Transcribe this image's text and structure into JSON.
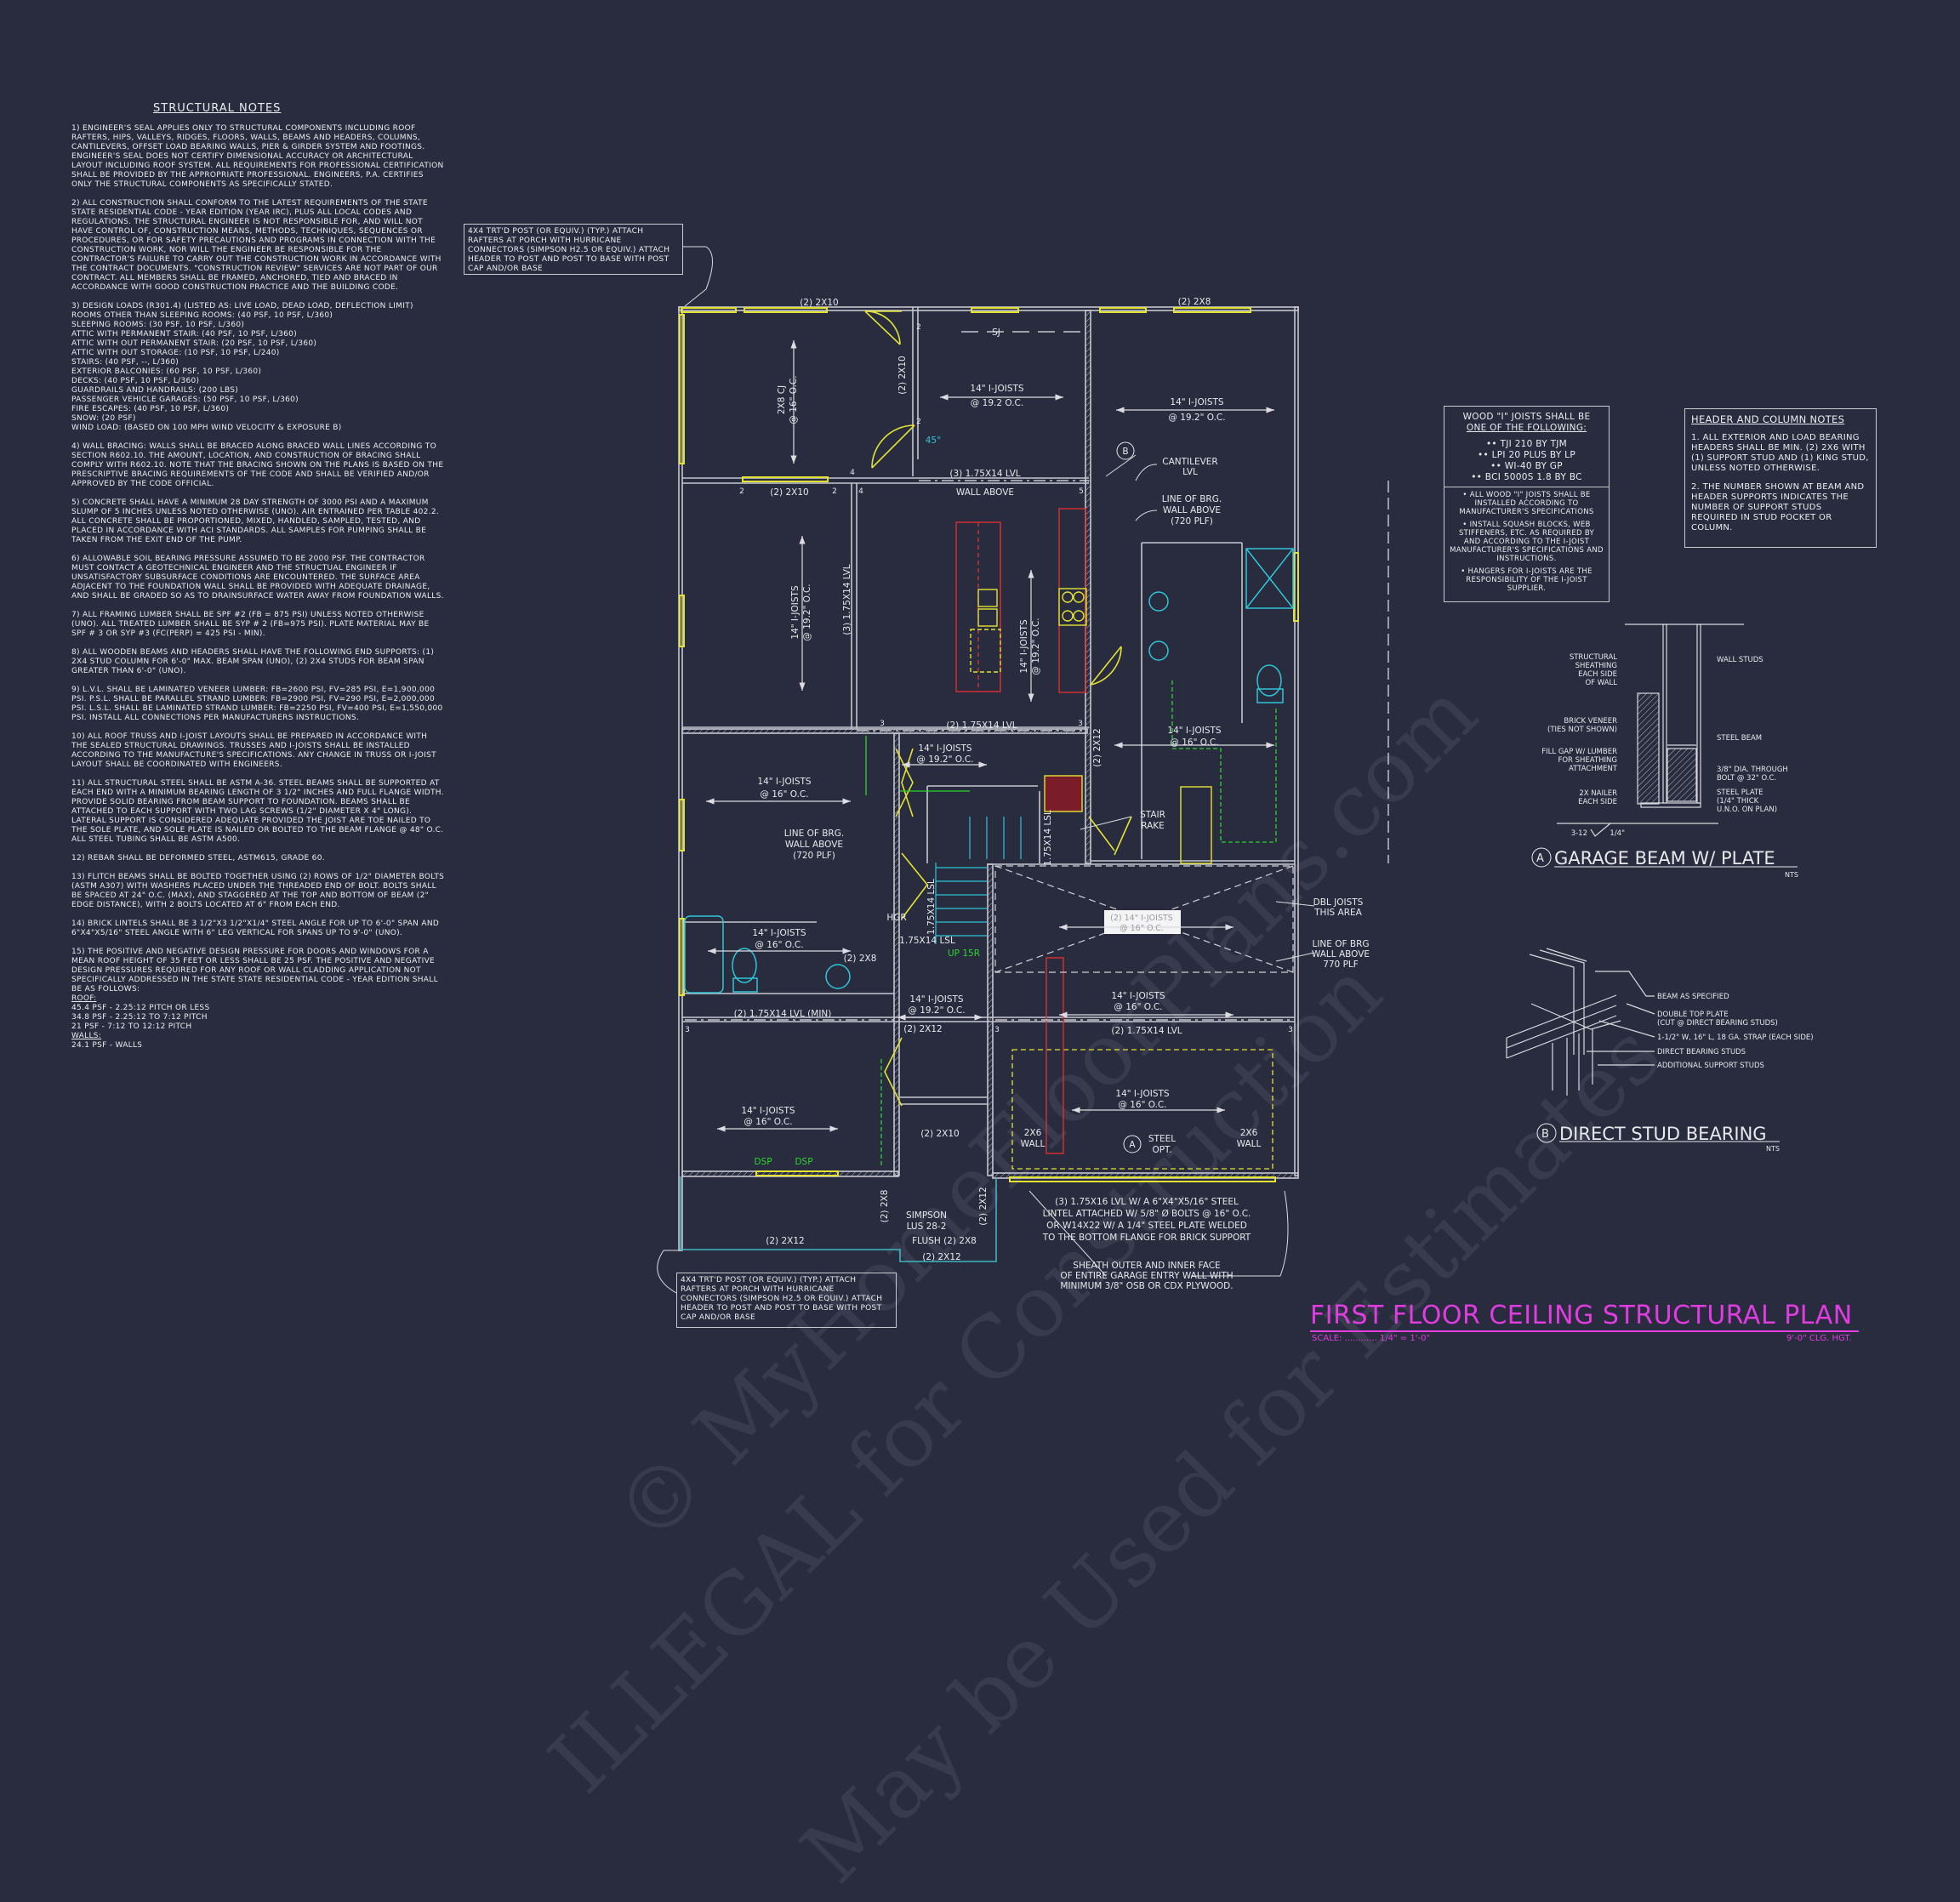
{
  "drawing": {
    "title": "FIRST FLOOR CEILING STRUCTURAL PLAN",
    "scale": "SCALE: ............ 1/4\" = 1'-0\"",
    "ceiling_height": "9'-0\" CLG. HGT.",
    "background_color": "#282c3e",
    "title_color": "#e03ce0"
  },
  "watermark": {
    "line1": "© MyHomeFloorPlans.com",
    "line2": "ILLEGAL for Construction",
    "line3": "May be Used for Estimates"
  },
  "structural_notes": {
    "title": "STRUCTURAL NOTES",
    "notes": [
      "1) ENGINEER'S SEAL APPLIES ONLY TO STRUCTURAL COMPONENTS INCLUDING ROOF RAFTERS, HIPS, VALLEYS, RIDGES, FLOORS, WALLS, BEAMS AND HEADERS, COLUMNS, CANTILEVERS, OFFSET LOAD BEARING WALLS, PIER & GIRDER SYSTEM AND FOOTINGS. ENGINEER'S SEAL DOES NOT CERTIFY DIMENSIONAL ACCURACY OR ARCHITECTURAL LAYOUT INCLUDING ROOF SYSTEM. ALL REQUIREMENTS FOR PROFESSIONAL CERTIFICATION SHALL BE PROVIDED BY THE APPROPRIATE PROFESSIONAL. ENGINEERS, P.A. CERTIFIES ONLY THE STRUCTURAL COMPONENTS AS SPECIFICALLY STATED.",
      "2) ALL CONSTRUCTION SHALL CONFORM TO THE LATEST REQUIREMENTS OF THE STATE STATE RESIDENTIAL CODE - YEAR EDITION (YEAR IRC), PLUS ALL LOCAL CODES AND REGULATIONS. THE STRUCTURAL ENGINEER IS NOT RESPONSIBLE FOR, AND WILL NOT HAVE CONTROL OF, CONSTRUCTION MEANS, METHODS, TECHNIQUES, SEQUENCES OR PROCEDURES, OR FOR SAFETY PRECAUTIONS AND PROGRAMS IN CONNECTION WITH THE CONSTRUCTION WORK, NOR WILL THE ENGINEER BE RESPONSIBLE FOR THE CONTRACTOR'S FAILURE TO CARRY OUT THE CONSTRUCTION WORK IN ACCORDANCE WITH THE CONTRACT DOCUMENTS. \"CONSTRUCTION REVIEW\" SERVICES ARE NOT PART OF OUR CONTRACT. ALL MEMBERS SHALL BE FRAMED, ANCHORED, TIED AND BRACED IN ACCORDANCE WITH GOOD CONSTRUCTION PRACTICE AND THE BUILDING CODE.",
      "4) WALL BRACING: WALLS SHALL BE BRACED ALONG BRACED WALL LINES ACCORDING TO SECTION R602.10. THE AMOUNT, LOCATION, AND CONSTRUCTION OF BRACING SHALL COMPLY WITH R602.10. NOTE THAT THE BRACING SHOWN ON THE PLANS IS BASED ON THE PRESCRIPTIVE BRACING REQUIREMENTS OF THE CODE AND SHALL BE VERIFIED AND/OR APPROVED BY THE CODE OFFICIAL.",
      "5) CONCRETE SHALL HAVE A MINIMUM 28 DAY STRENGTH OF 3000 PSI AND A MAXIMUM SLUMP OF 5 INCHES UNLESS NOTED OTHERWISE (UNO). AIR ENTRAINED PER TABLE 402.2. ALL CONCRETE SHALL BE PROPORTIONED, MIXED, HANDLED, SAMPLED, TESTED, AND PLACED IN ACCORDANCE WITH ACI STANDARDS. ALL SAMPLES FOR PUMPING SHALL BE TAKEN FROM THE EXIT END OF THE PUMP.",
      "6) ALLOWABLE SOIL BEARING PRESSURE ASSUMED TO BE 2000 PSF. THE CONTRACTOR MUST CONTACT A GEOTECHNICAL ENGINEER AND THE STRUCTUAL ENGINEER IF UNSATISFACTORY SUBSURFACE CONDITIONS ARE ENCOUNTERED. THE SURFACE AREA ADJACENT TO THE FOUNDATION WALL SHALL BE PROVIDED WITH ADEQUATE DRAINAGE, AND SHALL BE GRADED SO AS TO DRAINSURFACE WATER AWAY FROM FOUNDATION WALLS.",
      "7) ALL FRAMING LUMBER SHALL BE SPF #2 (Fb = 875 PSI) UNLESS NOTED OTHERWISE (UNO). ALL TREATED LUMBER SHALL BE SYP # 2 (Fb=975 PSI). PLATE MATERIAL MAY BE SPF # 3 OR SYP #3 (Fc(perp) = 425 PSI - MIN).",
      "8) ALL WOODEN BEAMS AND HEADERS SHALL HAVE THE FOLLOWING END SUPPORTS: (1) 2x4 STUD COLUMN FOR 6'-0\" MAX. BEAM SPAN (UNO), (2) 2X4 STUDS FOR BEAM SPAN GREATER THAN 6'-0\" (UNO).",
      "9) L.V.L. SHALL BE LAMINATED VENEER LUMBER: Fb=2600 PSI, Fv=285 PSI, E=1,900,000 PSI. P.S.L. SHALL BE PARALLEL STRAND LUMBER: Fb=2900 PSI, Fv=290 PSI, E=2,000,000 PSI. L.S.L. SHALL BE LAMINATED STRAND LUMBER: Fb=2250 PSI, Fv=400 PSI, E=1,550,000 PSI. INSTALL ALL CONNECTIONS PER MANUFACTURERS INSTRUCTIONS.",
      "10) ALL ROOF TRUSS AND I-JOIST LAYOUTS SHALL BE PREPARED IN ACCORDANCE WITH THE SEALED STRUCTURAL DRAWINGS. TRUSSES AND I-JOISTS SHALL BE INSTALLED ACCORDING TO THE MANUFACTURE'S SPECIFICATIONS. ANY CHANGE IN TRUSS OR I-JOIST LAYOUT SHALL BE COORDINATED WITH ENGINEERS.",
      "11) ALL STRUCTURAL STEEL SHALL BE ASTM A-36. STEEL BEAMS SHALL BE SUPPORTED AT EACH END WITH A MINIMUM BEARING LENGTH OF 3 1/2\" INCHES AND FULL FLANGE WIDTH. PROVIDE SOLID BEARING FROM BEAM SUPPORT TO FOUNDATION. BEAMS SHALL BE ATTACHED TO EACH SUPPORT WITH TWO LAG SCREWS (1/2\" DIAMETER x 4\" LONG). LATERAL SUPPORT IS CONSIDERED ADEQUATE PROVIDED THE JOIST ARE TOE NAILED TO THE SOLE PLATE, AND SOLE PLATE IS NAILED OR BOLTED TO THE BEAM FLANGE @ 48\" O.C. ALL STEEL TUBING SHALL BE ASTM A500.",
      "12) REBAR SHALL BE DEFORMED STEEL, ASTM615, GRADE 60.",
      "13) FLITCH BEAMS SHALL BE BOLTED TOGETHER USING (2) ROWS OF 1/2\" DIAMETER BOLTS (ASTM A307) WITH WASHERS PLACED UNDER THE THREADED END OF BOLT. BOLTS SHALL BE SPACED AT 24\" O.C. (MAX), AND STAGGERED AT THE TOP AND BOTTOM OF BEAM (2\" EDGE DISTANCE), WITH 2 BOLTS LOCATED AT 6\" FROM EACH END.",
      "14) BRICK LINTELS SHALL BE 3 1/2\"x3 1/2\"x1/4\" STEEL ANGLE FOR UP TO 6'-0\" SPAN AND 6\"x4\"x5/16\" STEEL ANGLE WITH 6\" LEG VERTICAL FOR SPANS UP TO 9'-0\" (UNO)."
    ],
    "design_loads": {
      "heading": "3) DESIGN LOADS (R301.4) (LISTED AS: LIVE LOAD, DEAD LOAD, DEFLECTION LIMIT)",
      "lines": [
        "ROOMS OTHER THAN SLEEPING ROOMS: (40 PSF, 10 PSF, L/360)",
        "SLEEPING ROOMS: (30 PSF, 10 PSF, L/360)",
        "ATTIC WITH PERMANENT STAIR: (40 PSF, 10 PSF, L/360)",
        "ATTIC WITH OUT PERMANENT STAIR: (20 PSF, 10 PSF, L/360)",
        "ATTIC WITH OUT STORAGE: (10 PSF, 10 PSF, L/240)",
        "STAIRS: (40 PSF, --, L/360)",
        "EXTERIOR BALCONIES: (60 PSF, 10 PSF, L/360)",
        "DECKS: (40 PSF, 10 PSF, L/360)",
        "GUARDRAILS AND HANDRAILS: (200 LBS)",
        "PASSENGER VEHICLE GARAGES: (50 PSF, 10 PSF, L/360)",
        "FIRE ESCAPES: (40 PSF, 10 PSF, L/360)",
        "SNOW: (20      PSF)",
        "WIND LOAD: (BASED ON 100 MPH WIND VELOCITY & EXPOSURE B)"
      ]
    },
    "pressure_note": {
      "text": "15) THE POSITIVE AND NEGATIVE DESIGN PRESSURE FOR DOORS AND WINDOWS FOR A MEAN ROOF HEIGHT OF 35 FEET OR LESS SHALL BE 25 PSF. THE POSITIVE AND NEGATIVE DESIGN PRESSURES REQUIRED FOR ANY ROOF OR WALL CLADDING APPLICATION NOT SPECIFICALLY ADDRESSED IN THE STATE STATE RESIDENTIAL CODE - YEAR EDITION SHALL BE AS FOLLOWS:",
      "roof_label": "ROOF:",
      "roof_lines": [
        "45.4 PSF - 2.25:12 PITCH OR LESS",
        "34.8 PSF - 2.25:12 TO 7:12 PITCH",
        "21 PSF - 7:12 TO 12:12 PITCH"
      ],
      "walls_label": "WALLS:",
      "walls_lines": [
        "24.1 PSF - WALLS"
      ]
    }
  },
  "joist_box": {
    "heading": "WOOD \"I\" JOISTS SHALL BE",
    "subheading": "ONE OF THE FOLLOWING:",
    "options": [
      "•• TJI 210 BY TJM",
      "•• LPI 20 PLUS BY LP",
      "•• WI-40 BY GP",
      "•• BCI 5000s 1.8 BY BC"
    ],
    "notes": [
      "• ALL WOOD \"I\" JOISTS SHALL BE INSTALLED ACCORDING TO MANUFACTURER'S SPECIFICATIONS",
      "• INSTALL SQUASH BLOCKS, WEB STIFFENERS, ETC. AS REQUIRED BY AND ACCORDING TO THE I-JOIST MANUFACTURER'S SPECIFICATIONS AND INSTRUCTIONS.",
      "• HANGERS FOR I-JOISTS ARE THE RESPONSIBILITY OF THE I-JOIST SUPPLIER."
    ]
  },
  "header_notes": {
    "title": "HEADER AND COLUMN NOTES",
    "notes": [
      "1. ALL EXTERIOR AND LOAD BEARING HEADERS SHALL BE MIN. (2) 2x6 WITH (1) SUPPORT STUD AND (1) KING STUD, UNLESS NOTED OTHERWISE.",
      "2. THE NUMBER SHOWN AT BEAM AND HEADER SUPPORTS INDICATES THE NUMBER OF SUPPORT STUDS REQUIRED IN STUD POCKET OR COLUMN."
    ]
  },
  "detail_a": {
    "marker": "A",
    "title": "GARAGE BEAM W/ PLATE",
    "nts": "NTS",
    "labels": {
      "sheathing": [
        "STRUCTURAL",
        "SHEATHING",
        "EACH SIDE",
        "OF WALL"
      ],
      "studs": "WALL STUDS",
      "brick": [
        "BRICK VENEER",
        "(TIES NOT SHOWN)"
      ],
      "fill": [
        "FILL GAP W/ LUMBER",
        "FOR SHEATHING",
        "ATTACHMENT"
      ],
      "nailer": [
        "2x NAILER",
        "EACH SIDE"
      ],
      "beam": "STEEL BEAM",
      "bolt": [
        "3/8\" DIA. THROUGH",
        "BOLT @ 32\" O.C."
      ],
      "plate": [
        "STEEL PLATE",
        "(1/4\" THICK",
        "U.N.O. ON PLAN)"
      ],
      "weld_left": "3-12",
      "weld_right": "1/4\""
    }
  },
  "detail_b": {
    "marker": "B",
    "title": "DIRECT STUD BEARING",
    "nts": "NTS",
    "labels": [
      "BEAM AS SPECIFIED",
      "DOUBLE TOP PLATE",
      "(CUT @ DIRECT BEARING STUDS)",
      "1-1/2\" W, 16\" L, 18 GA. STRAP (EACH SIDE)",
      "DIRECT BEARING STUDS",
      "ADDITIONAL SUPPORT STUDS"
    ]
  },
  "callouts": {
    "porch_post": "4x4 TRT'D POST (OR EQUIV.) (TYP.) ATTACH RAFTERS AT PORCH WITH HURRICANE CONNECTORS (SIMPSON H2.5 OR EQUIV.) ATTACH HEADER TO POST AND POST TO BASE WITH POST CAP AND/OR BASE",
    "garage_lintel": [
      "(3) 1.75x16 LVL w/ A 6\"x4\"x5/16\" STEEL",
      "LINTEL ATTACHED w/ 5/8\" Ø BOLTS @ 16\" O.C.",
      "OR W14x22 w/ A 1/4\" STEEL PLATE WELDED",
      "TO THE BOTTOM FLANGE FOR BRICK SUPPORT"
    ],
    "sheath": [
      "SHEATH OUTER AND INNER FACE",
      "OF ENTIRE GARAGE ENTRY WALL WITH",
      "MINIMUM 3/8\" OSB OR CDX PLYWOOD."
    ]
  },
  "plan": {
    "labels": {
      "hdr_top_left": "(2) 2x10",
      "hdr_top_right": "(2) 2x8",
      "sj": "SJ",
      "hdr_vert_2x10": "(2) 2x10",
      "cj1": "2x8 CJ",
      "cj2": "@ 16\" O.C.",
      "j1a": "14\" I-JOISTS",
      "j1b": "@ 19.2 O.C.",
      "j2a": "14\" I-JOISTS",
      "j2b": "@ 19.2\" O.C.",
      "angle": "45°",
      "detail_b_ref": "B",
      "cantilever": [
        "CANTILEVER",
        "LVL"
      ],
      "lvl3": "(3) 1.75x14 LVL",
      "wall_above": "WALL ABOVE",
      "hdr_2x10_mid": "(2) 2x10",
      "brg1": [
        "LINE OF BRG.",
        "WALL ABOVE",
        "(720 PLF)"
      ],
      "j3a": "14\" I-JOISTS",
      "j3b": "@ 19.2\" O.C.",
      "lvl3_vert": "(3) 1.75x14 LVL",
      "j4a": "14\" I-JOISTS",
      "j4b": "@ 19.2\" O.C.",
      "lvl2": "(2) 1.75x14 LVL",
      "j5a": "14\" I-JOISTS",
      "j5b": "@ 19.2\" O.C.",
      "j6a": "14\" I-JOISTS",
      "j6b": "@ 16\" O.C.",
      "hdr_2x12_vert": "(2) 2x12",
      "j7a": "14\" I-JOISTS",
      "j7b": "@ 16\" O.C.",
      "stair_rake": [
        "STAIR",
        "RAKE"
      ],
      "brg2": [
        "LINE OF BRG.",
        "WALL ABOVE",
        "(720 PLF)"
      ],
      "lsl_a": "1.75x14 LSL",
      "hgr": "HGR",
      "lsl_b": "1.75x14 LSL",
      "lsl_c": "1.75x14 LSL",
      "up": "UP 15R",
      "dbl_box_a": "(2) 14\" I-JOISTS",
      "dbl_box_b": "@ 16\" O.C.",
      "dbl_joists": [
        "DBL JOISTS",
        "THIS AREA"
      ],
      "brg3": [
        "LINE OF BRG",
        "WALL ABOVE",
        "770 PLF"
      ],
      "j8a": "14\" I-JOISTS",
      "j8b": "@ 16\" O.C.",
      "hdr_2x8": "(2) 2x8",
      "j9a": "14\" I-JOISTS",
      "j9b": "@ 19.2\" O.C.",
      "j10a": "14\" I-JOISTS",
      "j10b": "@ 16\" O.C.",
      "lvl_min": "(2) 1.75x14 LVL (MIN)",
      "lvl_garage": "(2) 1.75x14 LVL",
      "hdr_2x12_a": "(2) 2x12",
      "j11a": "14\" I-JOISTS",
      "j11b": "@ 16\" O.C.",
      "j12a": "14\" I-JOISTS",
      "j12b": "@ 16\" O.C.",
      "wall_2x6_l": [
        "2x6",
        "WALL"
      ],
      "detail_a_ref": "A",
      "steel_opt": [
        "STEEL",
        "OPT."
      ],
      "wall_2x6_r": [
        "2x6",
        "WALL"
      ],
      "hdr_2x10_entry": "(2) 2x10",
      "dsp": "DSP",
      "hdr_2x8_vert": "(2) 2x8",
      "simpson": [
        "SIMPSON",
        "LUS 28-2"
      ],
      "flush": "FLUSH (2) 2x8",
      "porch_2x12": "(2) 2x12",
      "entry_2x12": "(2) 2x12",
      "entry_2x12_vert": "(2) 2x12",
      "studs": [
        "2",
        "3",
        "4",
        "5"
      ]
    }
  }
}
